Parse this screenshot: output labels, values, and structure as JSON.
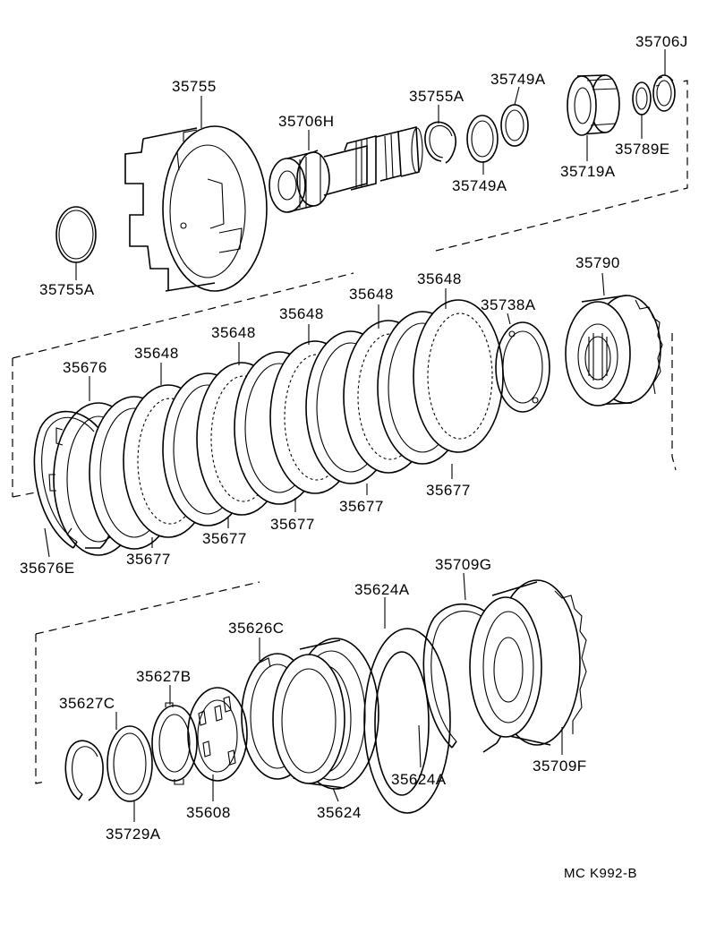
{
  "diagram": {
    "code": "MC K992-B",
    "labels": {
      "p35706J": "35706J",
      "p35755": "35755",
      "p35749A_top": "35749A",
      "p35755A_top": "35755A",
      "p35706H": "35706H",
      "p35789E": "35789E",
      "p35749A_bot": "35749A",
      "p35719A": "35719A",
      "p35755A_left": "35755A",
      "p35790": "35790",
      "p35648_a": "35648",
      "p35648_b": "35648",
      "p35648_c": "35648",
      "p35648_d": "35648",
      "p35648_e": "35648",
      "p35738A": "35738A",
      "p35676": "35676",
      "p35677_a": "35677",
      "p35677_b": "35677",
      "p35677_c": "35677",
      "p35677_d": "35677",
      "p35677_e": "35677",
      "p35676E": "35676E",
      "p35709G": "35709G",
      "p35624A_top": "35624A",
      "p35626C": "35626C",
      "p35627B": "35627B",
      "p35627C": "35627C",
      "p35709F": "35709F",
      "p35624A_bot": "35624A",
      "p35608": "35608",
      "p35624": "35624",
      "p35729A": "35729A"
    }
  }
}
